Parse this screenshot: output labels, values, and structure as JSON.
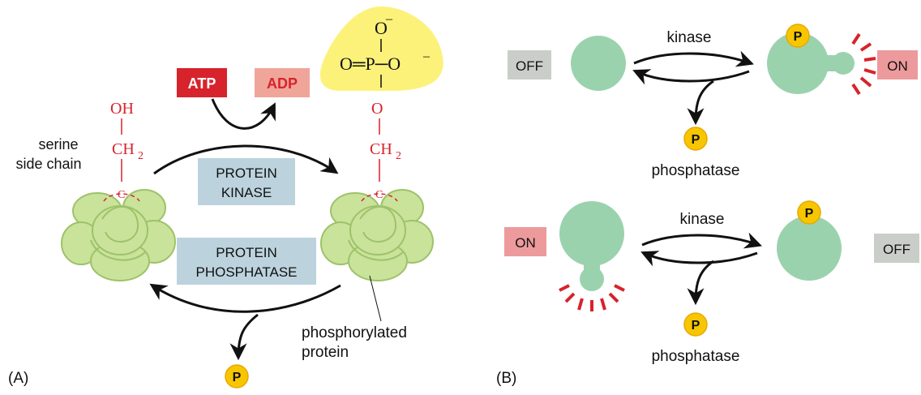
{
  "panel_a": {
    "label": "(A)",
    "atp": "ATP",
    "adp": "ADP",
    "serine_label_1": "serine",
    "serine_label_2": "side chain",
    "oh": "OH",
    "ch2_left": "CH",
    "ch2_left_sub": "2",
    "c_left": "C",
    "ch2_right": "CH",
    "ch2_right_sub": "2",
    "c_right": "C",
    "o_link": "O",
    "phosphate_top": "O",
    "phosphate_middle": "O═P─O",
    "minus": "–",
    "kinase_line1": "PROTEIN",
    "kinase_line2": "KINASE",
    "phosphatase_line1": "PROTEIN",
    "phosphatase_line2": "PHOSPHATASE",
    "phosphorylated_line1": "phosphorylated",
    "phosphorylated_line2": "protein",
    "p_symbol": "P"
  },
  "panel_b": {
    "label": "(B)",
    "top": {
      "off_badge": "OFF",
      "on_badge": "ON",
      "kinase": "kinase",
      "phosphatase": "phosphatase",
      "p_symbol": "P"
    },
    "bottom": {
      "on_badge": "ON",
      "off_badge": "OFF",
      "kinase": "kinase",
      "phosphatase": "phosphatase",
      "p_symbol": "P"
    }
  },
  "colors": {
    "red": "#d7232b",
    "adp_fill": "#f0a59a",
    "off_gray": "#c9cec8",
    "on_pink": "#ec9a9c",
    "protein_green": "#9bd2ae",
    "globule_green": "#c9e39a",
    "globule_stroke": "#9ec26a",
    "box_blue": "#bcd3de",
    "phosphate_yellow": "#fcf27a",
    "p_circle": "#f7c600"
  }
}
